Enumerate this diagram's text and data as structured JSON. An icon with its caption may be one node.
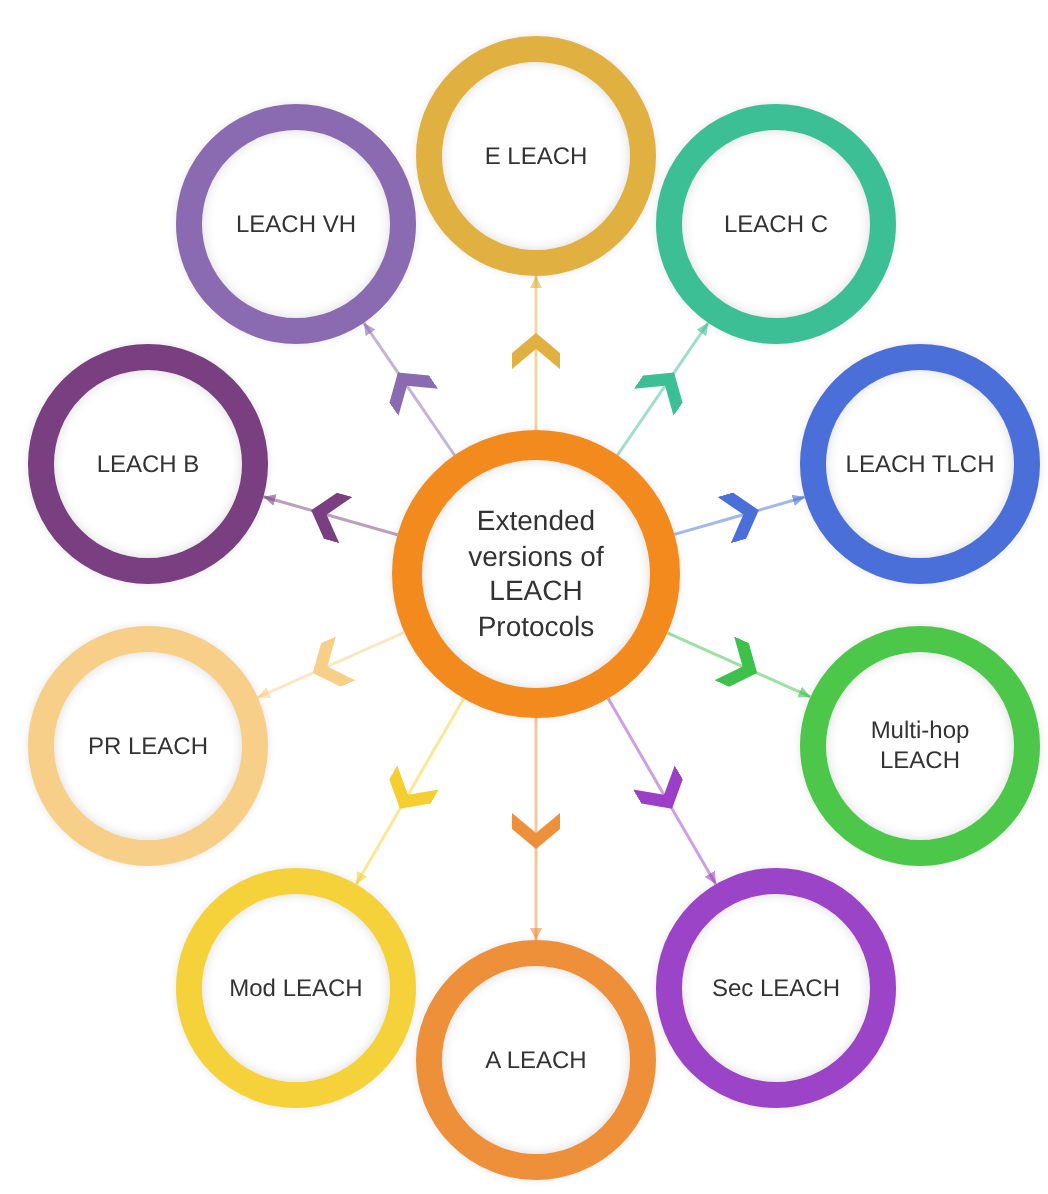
{
  "diagram": {
    "nodes": [
      {
        "text": [
          "Extended versions of LEACH Protocols"
        ]
      },
      {
        "text": [
          "E LEACH"
        ]
      },
      {
        "text": [
          "LEACH C"
        ]
      },
      {
        "text": [
          "LEACH TLCH"
        ]
      },
      {
        "text": [
          "Multi-hop LEACH"
        ]
      },
      {
        "text": [
          "Sec LEACH"
        ]
      },
      {
        "text": [
          "A LEACH"
        ]
      },
      {
        "text": [
          "Mod LEACH"
        ]
      },
      {
        "text": [
          "PR LEACH"
        ]
      },
      {
        "text": [
          "LEACH B"
        ]
      },
      {
        "text": [
          "LEACH VH"
        ]
      }
    ],
    "edges": [
      {
        "from": 0,
        "to": 1,
        "arrow": "to",
        "color": "#e0b040"
      },
      {
        "from": 0,
        "to": 2,
        "arrow": "to",
        "color": "#3dbf95"
      },
      {
        "from": 0,
        "to": 3,
        "arrow": "to",
        "color": "#4a6fd8"
      },
      {
        "from": 0,
        "to": 4,
        "arrow": "to",
        "color": "#3cc24a"
      },
      {
        "from": 0,
        "to": 5,
        "arrow": "to",
        "color": "#9b3fc8"
      },
      {
        "from": 0,
        "to": 6,
        "arrow": "to",
        "color": "#ee8f3a"
      },
      {
        "from": 0,
        "to": 7,
        "arrow": "to",
        "color": "#f5cf30"
      },
      {
        "from": 0,
        "to": 8,
        "arrow": "to",
        "color": "#f8cf88"
      },
      {
        "from": 0,
        "to": 9,
        "arrow": "to",
        "color": "#7a3f80"
      },
      {
        "from": 0,
        "to": 10,
        "arrow": "to",
        "color": "#8a6ab0"
      }
    ]
  }
}
